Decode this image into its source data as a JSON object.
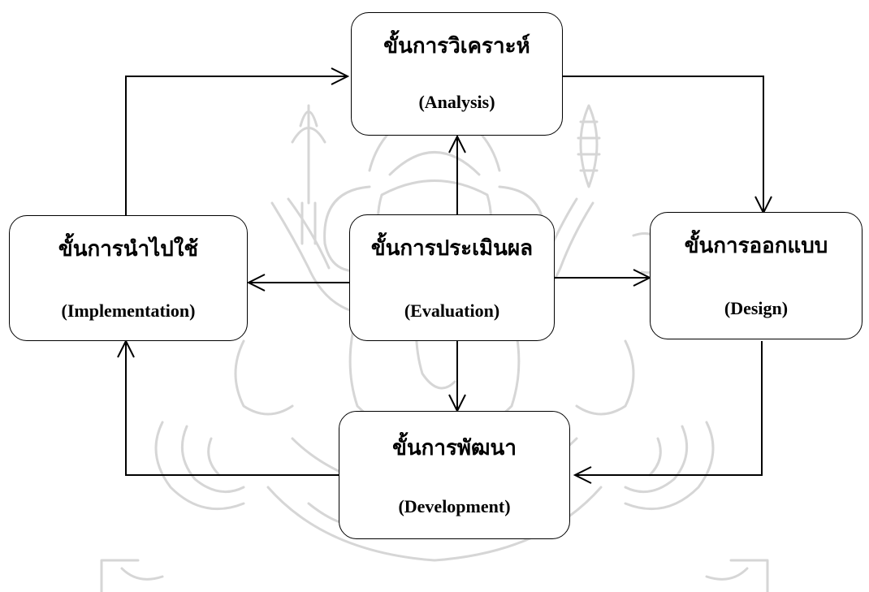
{
  "diagram": {
    "nodes": {
      "analysis": {
        "thai": "ขั้นการวิเคราะห์",
        "english": "(Analysis)"
      },
      "design": {
        "thai": "ขั้นการออกแบบ",
        "english": "(Design)"
      },
      "development": {
        "thai": "ขั้นการพัฒนา",
        "english": "(Development)"
      },
      "implementation": {
        "thai": "ขั้นการนำไปใช้",
        "english": "(Implementation)"
      },
      "evaluation": {
        "thai": "ขั้นการประเมินผล",
        "english": "(Evaluation)"
      }
    },
    "edges": [
      {
        "from": "implementation",
        "to": "analysis"
      },
      {
        "from": "analysis",
        "to": "design"
      },
      {
        "from": "design",
        "to": "development"
      },
      {
        "from": "development",
        "to": "implementation"
      },
      {
        "from": "evaluation",
        "to": "analysis"
      },
      {
        "from": "evaluation",
        "to": "design"
      },
      {
        "from": "evaluation",
        "to": "development"
      },
      {
        "from": "evaluation",
        "to": "implementation"
      }
    ],
    "watermark": "ganesha-emblem",
    "colors": {
      "line": "#000000",
      "box_fill": "#ffffff",
      "watermark": "#d6d6d6"
    }
  }
}
